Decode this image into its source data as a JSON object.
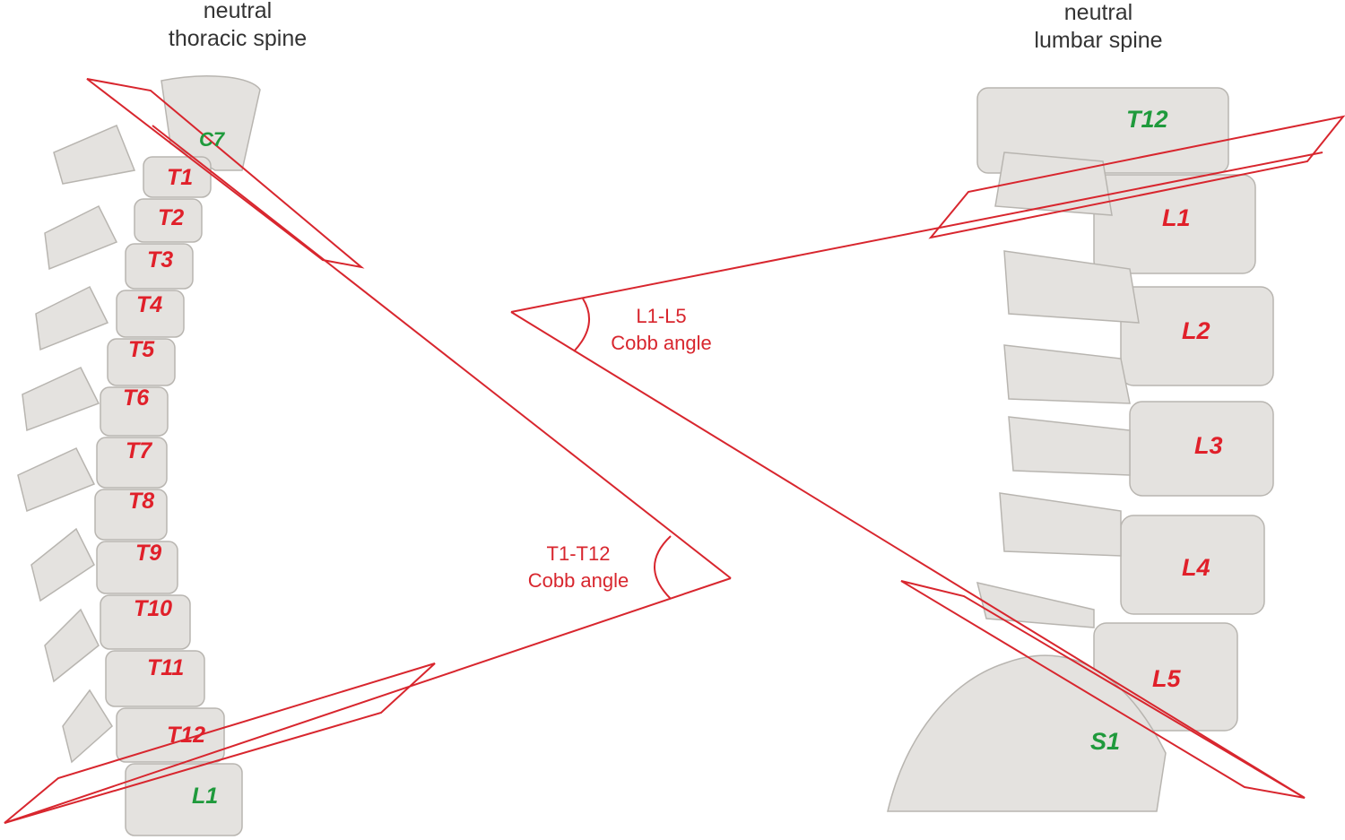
{
  "left_panel": {
    "title_line1": "neutral",
    "title_line2": "thoracic spine",
    "vertebrae": [
      {
        "label": "C7",
        "color": "#1f9a3c"
      },
      {
        "label": "T1",
        "color": "#e0202a"
      },
      {
        "label": "T2",
        "color": "#e0202a"
      },
      {
        "label": "T3",
        "color": "#e0202a"
      },
      {
        "label": "T4",
        "color": "#e0202a"
      },
      {
        "label": "T5",
        "color": "#e0202a"
      },
      {
        "label": "T6",
        "color": "#e0202a"
      },
      {
        "label": "T7",
        "color": "#e0202a"
      },
      {
        "label": "T8",
        "color": "#e0202a"
      },
      {
        "label": "T9",
        "color": "#e0202a"
      },
      {
        "label": "T10",
        "color": "#e0202a"
      },
      {
        "label": "T11",
        "color": "#e0202a"
      },
      {
        "label": "T12",
        "color": "#e0202a"
      },
      {
        "label": "L1",
        "color": "#1f9a3c"
      }
    ],
    "angle_line1": "T1-T12",
    "angle_line2": "Cobb angle"
  },
  "right_panel": {
    "title_line1": "neutral",
    "title_line2": "lumbar spine",
    "vertebrae": [
      {
        "label": "T12",
        "color": "#1f9a3c"
      },
      {
        "label": "L1",
        "color": "#e0202a"
      },
      {
        "label": "L2",
        "color": "#e0202a"
      },
      {
        "label": "L3",
        "color": "#e0202a"
      },
      {
        "label": "L4",
        "color": "#e0202a"
      },
      {
        "label": "L5",
        "color": "#e0202a"
      },
      {
        "label": "S1",
        "color": "#1f9a3c"
      }
    ],
    "angle_line1": "L1-L5",
    "angle_line2": "Cobb angle"
  },
  "line_color": "#d8262e"
}
